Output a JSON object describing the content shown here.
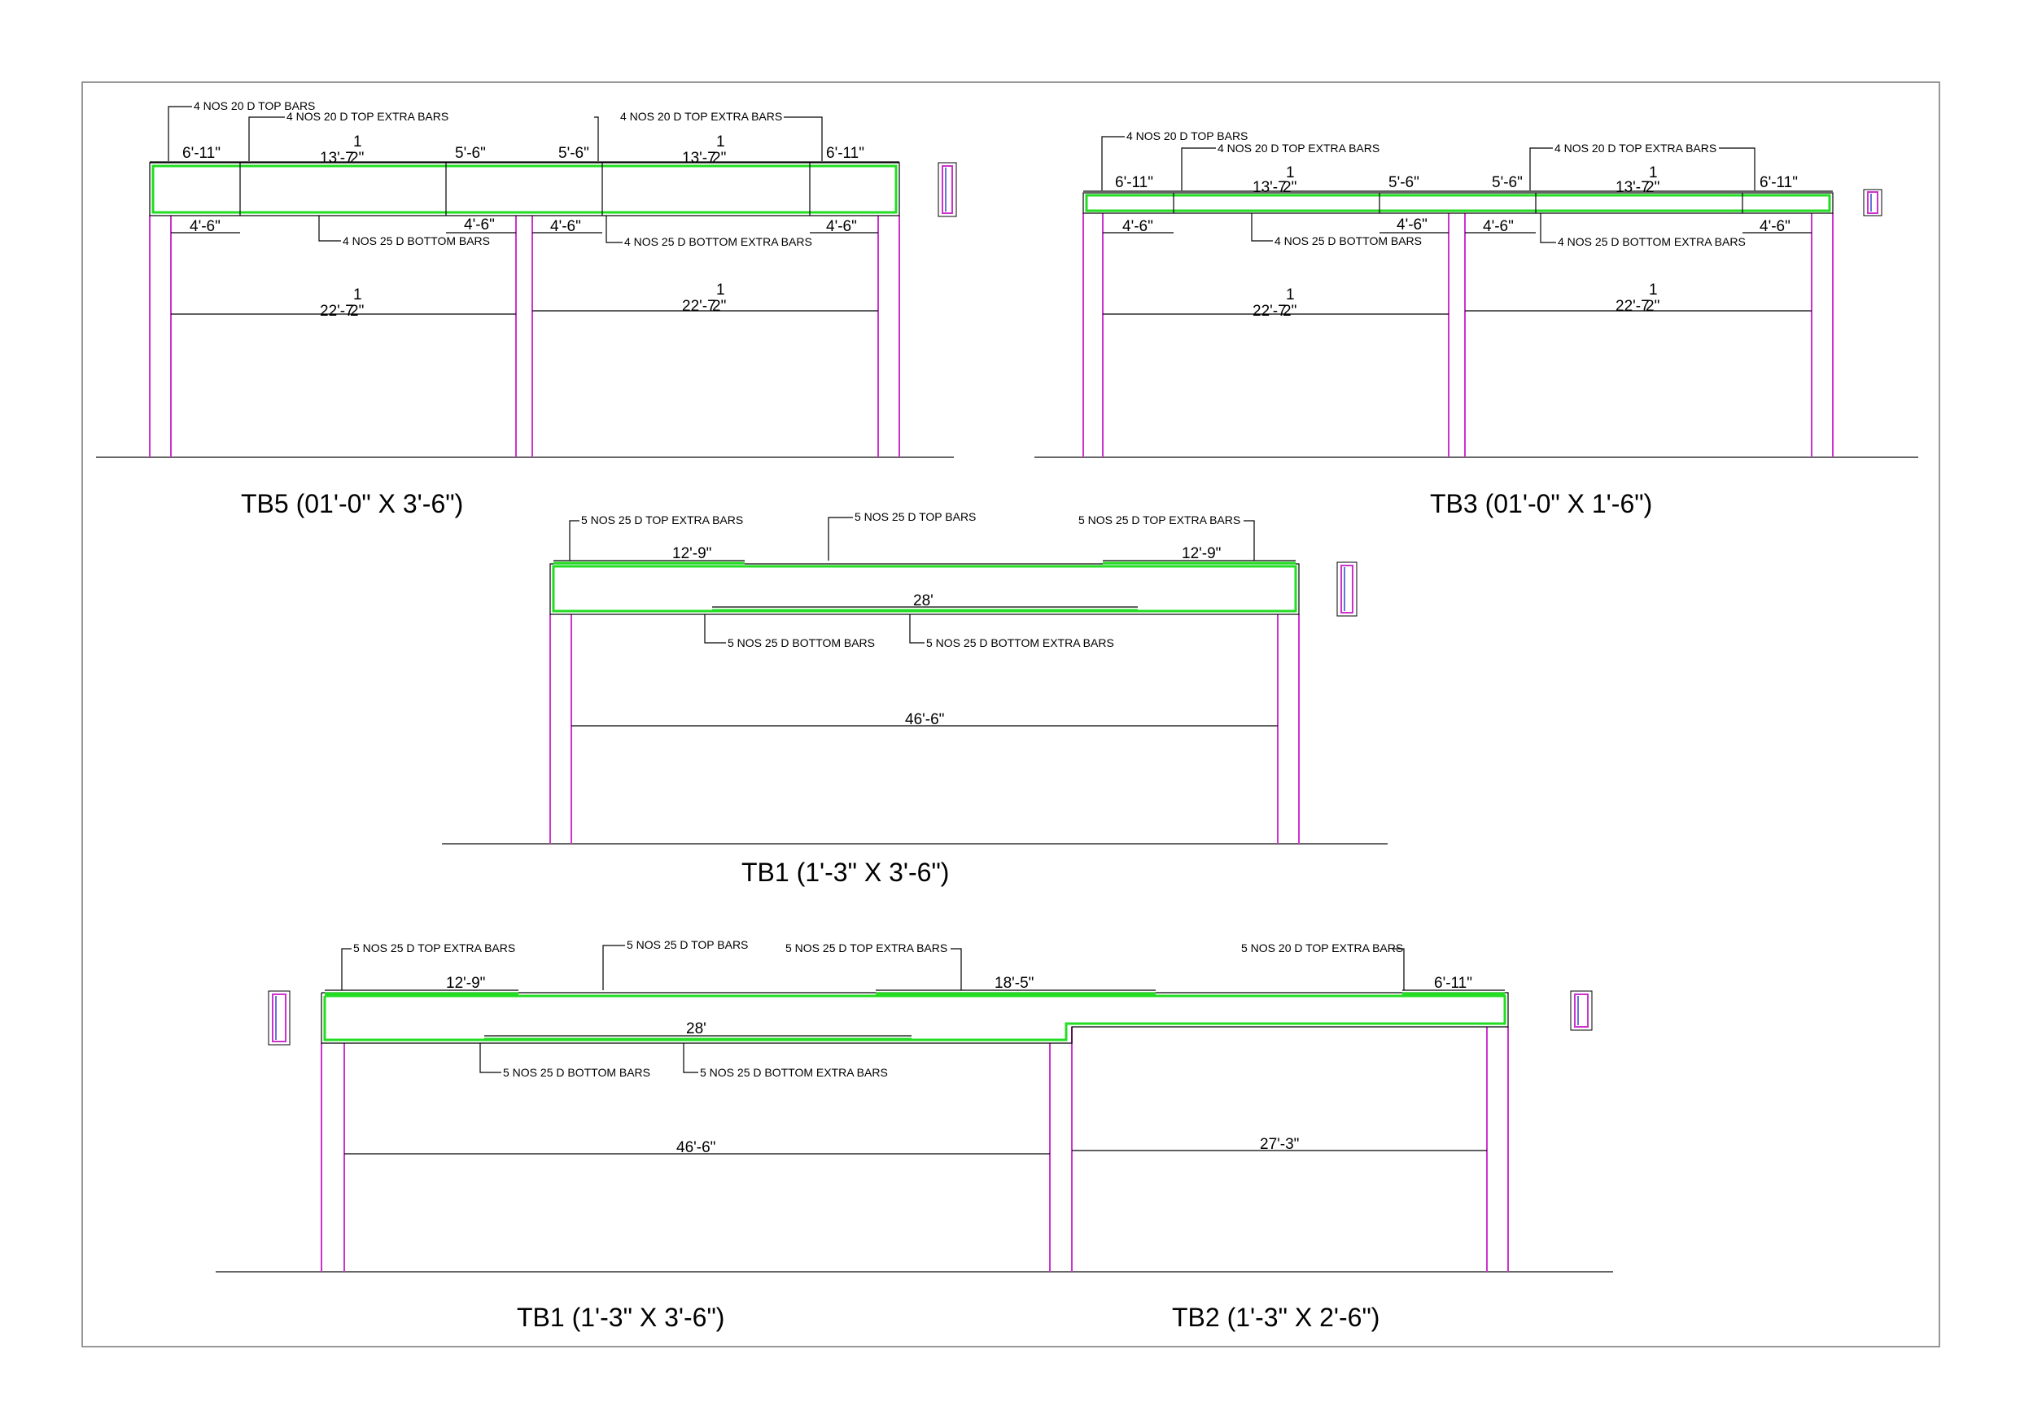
{
  "drawings": [
    {
      "title": "TB5 (01'-0\" X 3'-6\")",
      "labels": [
        "4 NOS 20 D TOP BARS",
        "4 NOS 20 D TOP EXTRA BARS",
        "4 NOS 20 D TOP EXTRA BARS",
        "4 NOS 25 D BOTTOM BARS",
        "4 NOS 25 D BOTTOM EXTRA BARS"
      ],
      "dims": [
        "6'-11\"",
        "1",
        "13'-7",
        "2\"",
        "5'-6\"",
        "5'-6\"",
        "1",
        "13'-7",
        "2\"",
        "6'-11\"",
        "4'-6\"",
        "4'-6\"",
        "4'-6\"",
        "4'-6\"",
        "1",
        "22'-7",
        "2\"",
        "1",
        "22'-7",
        "2\""
      ]
    },
    {
      "title": "TB3 (01'-0\" X 1'-6\")",
      "labels": [
        "4 NOS 20 D TOP BARS",
        "4 NOS 20 D TOP EXTRA BARS",
        "4 NOS 20 D TOP EXTRA BARS",
        "4 NOS 25 D BOTTOM BARS",
        "4 NOS 25 D BOTTOM EXTRA BARS"
      ],
      "dims": [
        "6'-11\"",
        "1",
        "13'-7",
        "2\"",
        "5'-6\"",
        "5'-6\"",
        "1",
        "13'-7",
        "2\"",
        "6'-11\"",
        "4'-6\"",
        "4'-6\"",
        "4'-6\"",
        "4'-6\"",
        "1",
        "22'-7",
        "2\"",
        "1",
        "22'-7",
        "2\""
      ]
    },
    {
      "title": "TB1 (1'-3\" X 3'-6\")",
      "labels": [
        "5 NOS 25 D TOP EXTRA BARS",
        "5 NOS 25 D TOP BARS",
        "5 NOS 25 D TOP EXTRA BARS",
        "5 NOS 25 D BOTTOM BARS",
        "5 NOS 25 D BOTTOM EXTRA BARS"
      ],
      "dims": [
        "12'-9\"",
        "12'-9\"",
        "28'",
        "46'-6\""
      ]
    },
    {
      "title_left": "TB1 (1'-3\" X 3'-6\")",
      "title_right": "TB2 (1'-3\" X 2'-6\")",
      "labels": [
        "5 NOS 25 D TOP EXTRA BARS",
        "5 NOS 25 D TOP BARS",
        "5 NOS 25 D TOP EXTRA BARS",
        "5 NOS 20 D TOP EXTRA BARS",
        "5 NOS 25 D BOTTOM BARS",
        "5 NOS 25 D BOTTOM EXTRA BARS"
      ],
      "dims": [
        "12'-9\"",
        "18'-5\"",
        "6'-11\"",
        "28'",
        "46'-6\"",
        "27'-3\""
      ]
    }
  ],
  "colors": {
    "rebar": "#22dd22",
    "column": "#cc33cc",
    "line": "#000000"
  }
}
